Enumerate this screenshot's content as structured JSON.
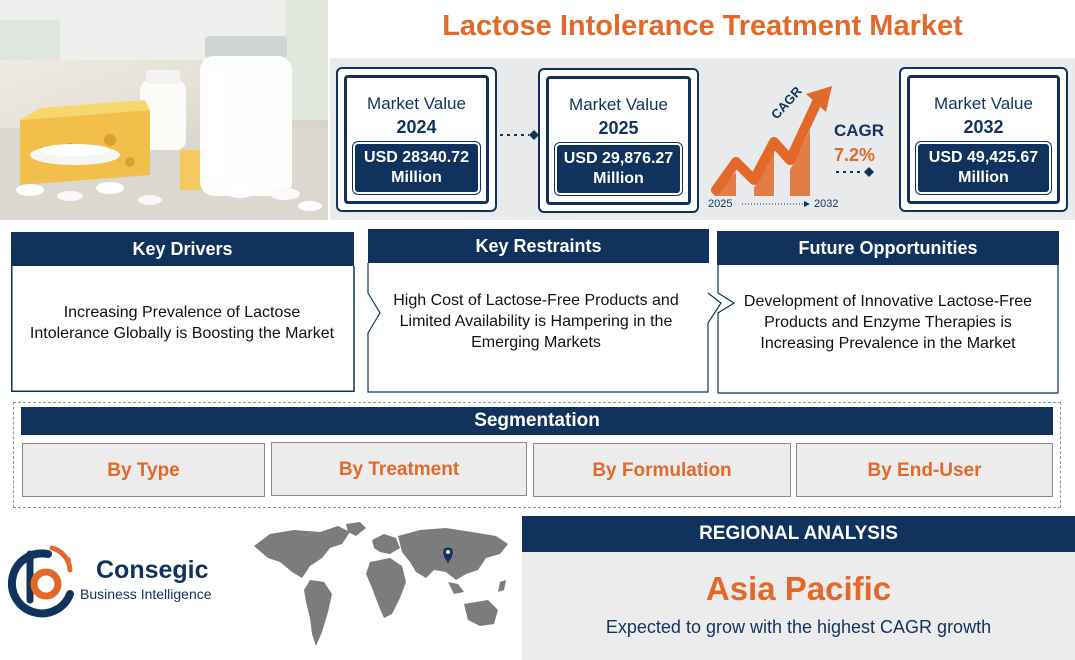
{
  "title": "Lactose Intolerance Treatment Market",
  "market_values": [
    {
      "label": "Market Value",
      "year": "2024",
      "value": "USD 28340.72 Million"
    },
    {
      "label": "Market Value",
      "year": "2025",
      "value": "USD 29,876.27 Million"
    },
    {
      "label": "Market Value",
      "year": "2032",
      "value": "USD 49,425.67 Million"
    }
  ],
  "cagr": {
    "arrow_text": "CAGR",
    "label": "CAGR",
    "value": "7.2%",
    "start_year": "2025",
    "end_year": "2032"
  },
  "sections": [
    {
      "heading": "Key Drivers",
      "text": "Increasing Prevalence of Lactose Intolerance Globally is Boosting the Market"
    },
    {
      "heading": "Key Restraints",
      "text": "High Cost of Lactose-Free Products and Limited Availability is Hampering in the Emerging Markets"
    },
    {
      "heading": "Future Opportunities",
      "text": "Development of Innovative Lactose-Free Products and Enzyme Therapies is Increasing Prevalence in the Market"
    }
  ],
  "segmentation": {
    "heading": "Segmentation",
    "items": [
      "By Type",
      "By Treatment",
      "By Formulation",
      "By End-User"
    ]
  },
  "brand": {
    "name": "Consegic",
    "tagline": "Business Intelligence"
  },
  "regional": {
    "heading": "REGIONAL ANALYSIS",
    "region": "Asia Pacific",
    "description": "Expected to grow with the highest CAGR growth"
  },
  "colors": {
    "navy": "#12325e",
    "orange": "#e2692a",
    "light_gray": "#ececec"
  },
  "icons": [
    "location-pin-icon",
    "growth-arrow-icon",
    "world-map"
  ]
}
